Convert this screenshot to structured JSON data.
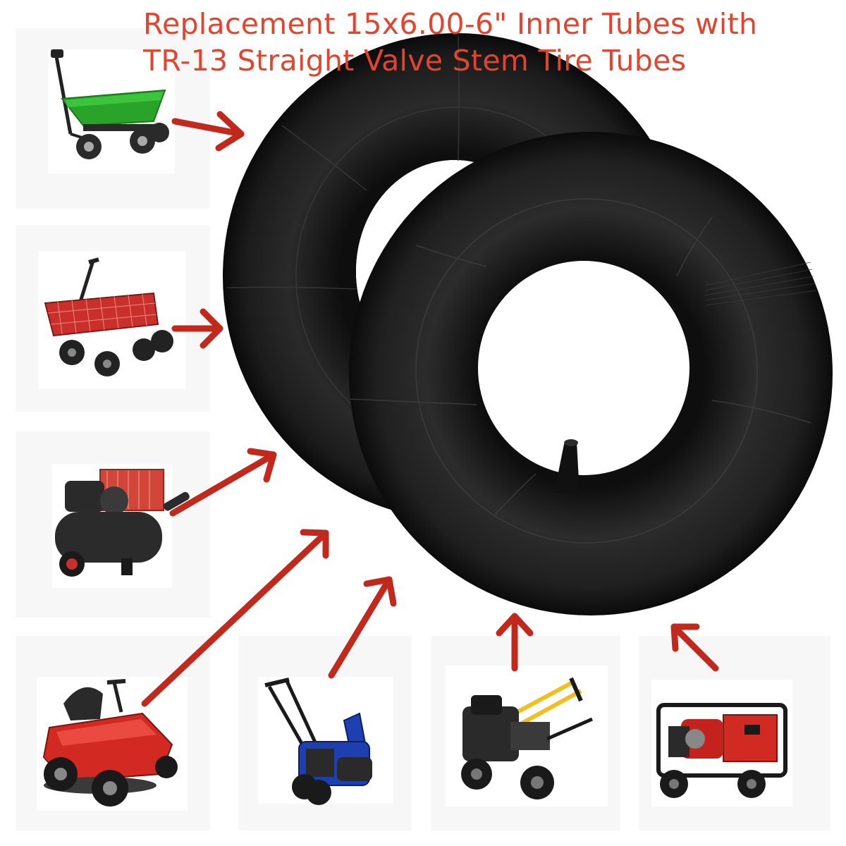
{
  "title": {
    "line1": "Replacement 15x6.00-6\" Inner Tubes with",
    "line2": "TR-13 Straight Valve Stem Tire Tubes"
  },
  "colors": {
    "title": "#e2452f",
    "arrow": "#c0291c",
    "tube": "#1c1c1c",
    "tile_background": "#f7f7f7"
  },
  "product": {
    "name": "inner-tube-pair",
    "count": 2,
    "valve": "straight-valve-stem"
  },
  "applications": [
    {
      "icon": "green-dump-cart-icon"
    },
    {
      "icon": "red-mesh-garden-wagon-icon"
    },
    {
      "icon": "air-compressor-icon"
    },
    {
      "icon": "riding-lawn-mower-icon"
    },
    {
      "icon": "snow-blower-icon"
    },
    {
      "icon": "pressure-washer-icon"
    },
    {
      "icon": "portable-generator-icon"
    }
  ]
}
